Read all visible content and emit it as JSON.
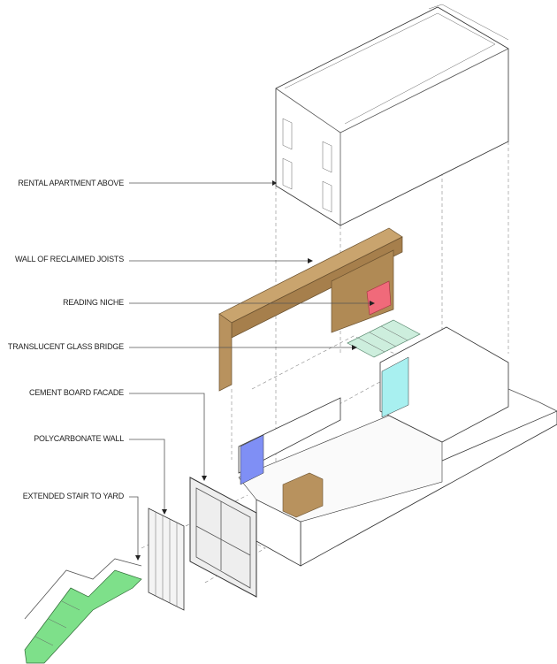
{
  "labels": [
    {
      "id": "rental",
      "text": "RENTAL APARTMENT ABOVE"
    },
    {
      "id": "joists",
      "text": "WALL OF RECLAIMED JOISTS"
    },
    {
      "id": "niche",
      "text": "READING NICHE"
    },
    {
      "id": "bridge",
      "text": "TRANSLUCENT GLASS BRIDGE"
    },
    {
      "id": "facade",
      "text": "CEMENT BOARD FACADE"
    },
    {
      "id": "polycarb",
      "text": "POLYCARBONATE WALL"
    },
    {
      "id": "stair",
      "text": "EXTENDED STAIR TO YARD"
    }
  ],
  "colors": {
    "wood": "#b8925e",
    "niche": "#f06a7a",
    "glass": "#cdeedd",
    "blue": "#7f8ff5",
    "cyan": "#a8f0f0",
    "stair": "#7ee08a"
  }
}
